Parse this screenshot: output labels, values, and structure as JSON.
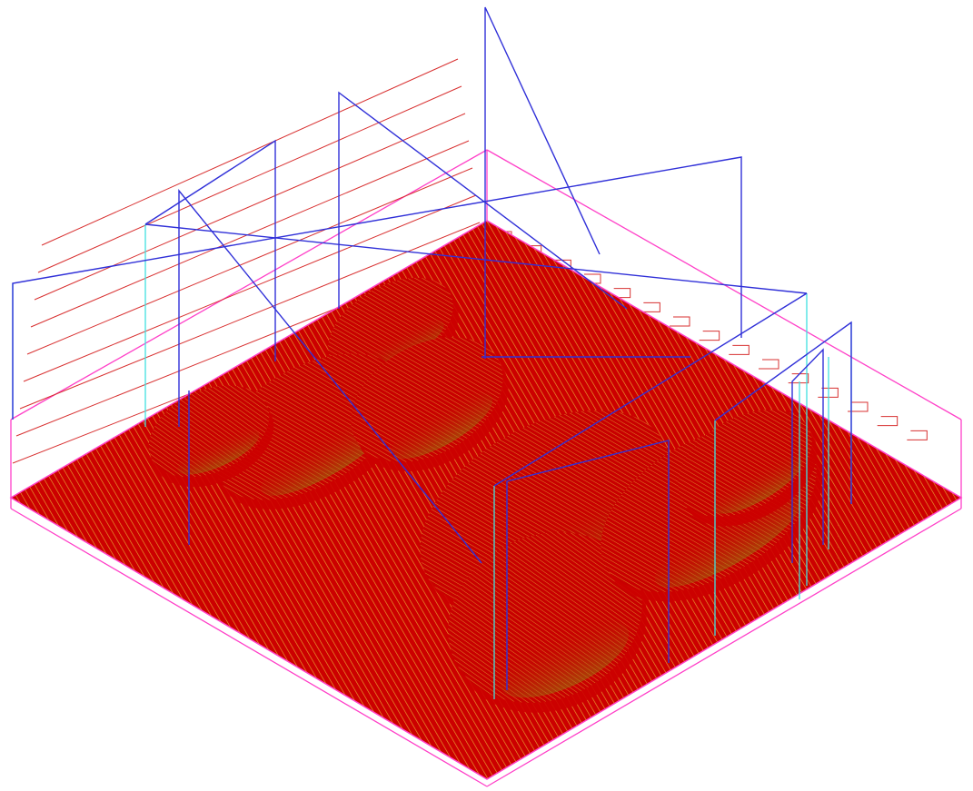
{
  "view": {
    "projection": "isometric",
    "background": "#ffffff"
  },
  "colors": {
    "stock_box": "#ff40c8",
    "toolpath_surface": "#cc0000",
    "toolpath_highlight": "#e8a030",
    "shadow_highlight": "#8a8a10",
    "rapid_moves": "#3030d8",
    "plunge_moves": "#40e0e0",
    "boundary_pass": "#d83030"
  },
  "icons": [
    "stock-box",
    "raster-toolpath-surface",
    "rapid-retract-moves",
    "plunge-moves",
    "boundary-zigzag"
  ]
}
